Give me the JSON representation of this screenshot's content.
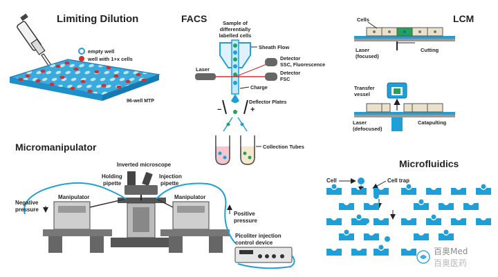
{
  "colors": {
    "blue": "#1f9fd8",
    "blue_dark": "#0d6fa8",
    "red": "#d22f2f",
    "green": "#22a35a",
    "gray": "#9a9a9a",
    "dark": "#333333",
    "pink": "#f4c6d0",
    "cell_fill": "#e9e1c9"
  },
  "limiting_dilution": {
    "title": "Limiting Dilution",
    "legend_empty": "empty well",
    "legend_cells": "well with 1+x cells",
    "plate_label": "96-well MTP"
  },
  "facs": {
    "title": "FACS",
    "sample_label": "Sample of differentially labelled cells",
    "sample_line1": "Sample of",
    "sample_line2": "differentially",
    "sample_line3": "labelled cells",
    "sheath_flow": "Sheath Flow",
    "detector1_line1": "Detector",
    "detector1_line2": "SSC, Fluorescence",
    "detector2_line1": "Detector",
    "detector2_line2": "FSC",
    "laser": "Laser",
    "charge": "Charge",
    "deflector": "Deflector Plates",
    "minus": "−",
    "plus": "+",
    "collection": "Collection Tubes"
  },
  "lcm": {
    "title": "LCM",
    "cells": "Cells",
    "laser_focused_1": "Laser",
    "laser_focused_2": "(focused)",
    "cutting": "Cutting",
    "transfer_1": "Transfer",
    "transfer_2": "vessel",
    "laser_defocused_1": "Laser",
    "laser_defocused_2": "(defocused)",
    "catapulting": "Catapulting"
  },
  "micromanipulator": {
    "title": "Micromanipulator",
    "inverted_microscope": "Inverted microscope",
    "holding_1": "Holding",
    "holding_2": "pipette",
    "injection_1": "Injection",
    "injection_2": "pipette",
    "manipulator_left": "Manipulator",
    "manipulator_right": "Manipulator",
    "negative_1": "Negative",
    "negative_2": "pressure",
    "positive_1": "Positive",
    "positive_2": "pressure",
    "picoliter_1": "Picoliter injection",
    "picoliter_2": "control device"
  },
  "microfluidics": {
    "title": "Microfluidics",
    "cell": "Cell",
    "cell_trap": "Cell trap"
  },
  "watermark": {
    "line1": "百奥Med",
    "line2": "百奥医药"
  }
}
